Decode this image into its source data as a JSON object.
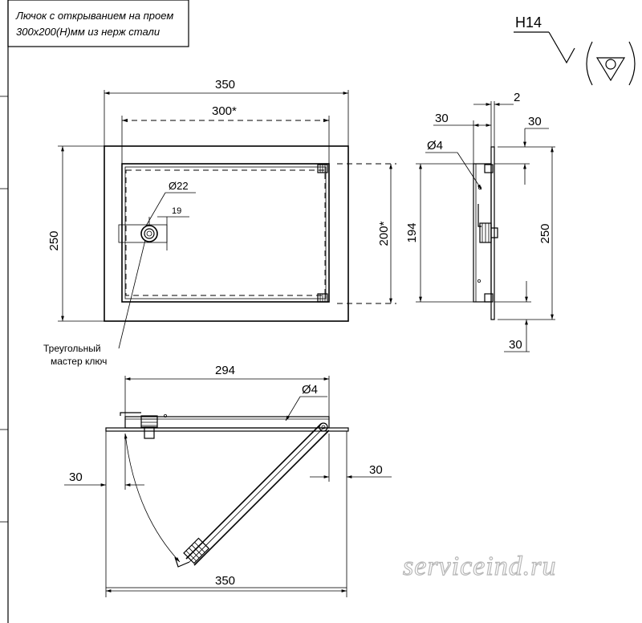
{
  "title": {
    "line1": "Лючок с открыванием на проем",
    "line2": "300х200(Н)мм из нерж стали"
  },
  "roughness": {
    "label": "H14"
  },
  "front_view": {
    "width_outer": "350",
    "width_opening": "300*",
    "height_outer": "250",
    "height_opening": "200*",
    "lock_diameter": "Ø22",
    "lock_offset": "19"
  },
  "side_view": {
    "thickness": "2",
    "depth": "30",
    "offset_top": "30",
    "hole_diameter": "Ø4",
    "door_height": "194",
    "height_outer": "250",
    "offset_bottom": "30"
  },
  "top_view": {
    "door_width": "294",
    "hole_diameter": "Ø4",
    "margin_left": "30",
    "margin_right": "30",
    "width_outer": "350"
  },
  "callout": {
    "line1": "Треугольный",
    "line2": "мастер ключ"
  },
  "watermark": "serviceind.ru"
}
